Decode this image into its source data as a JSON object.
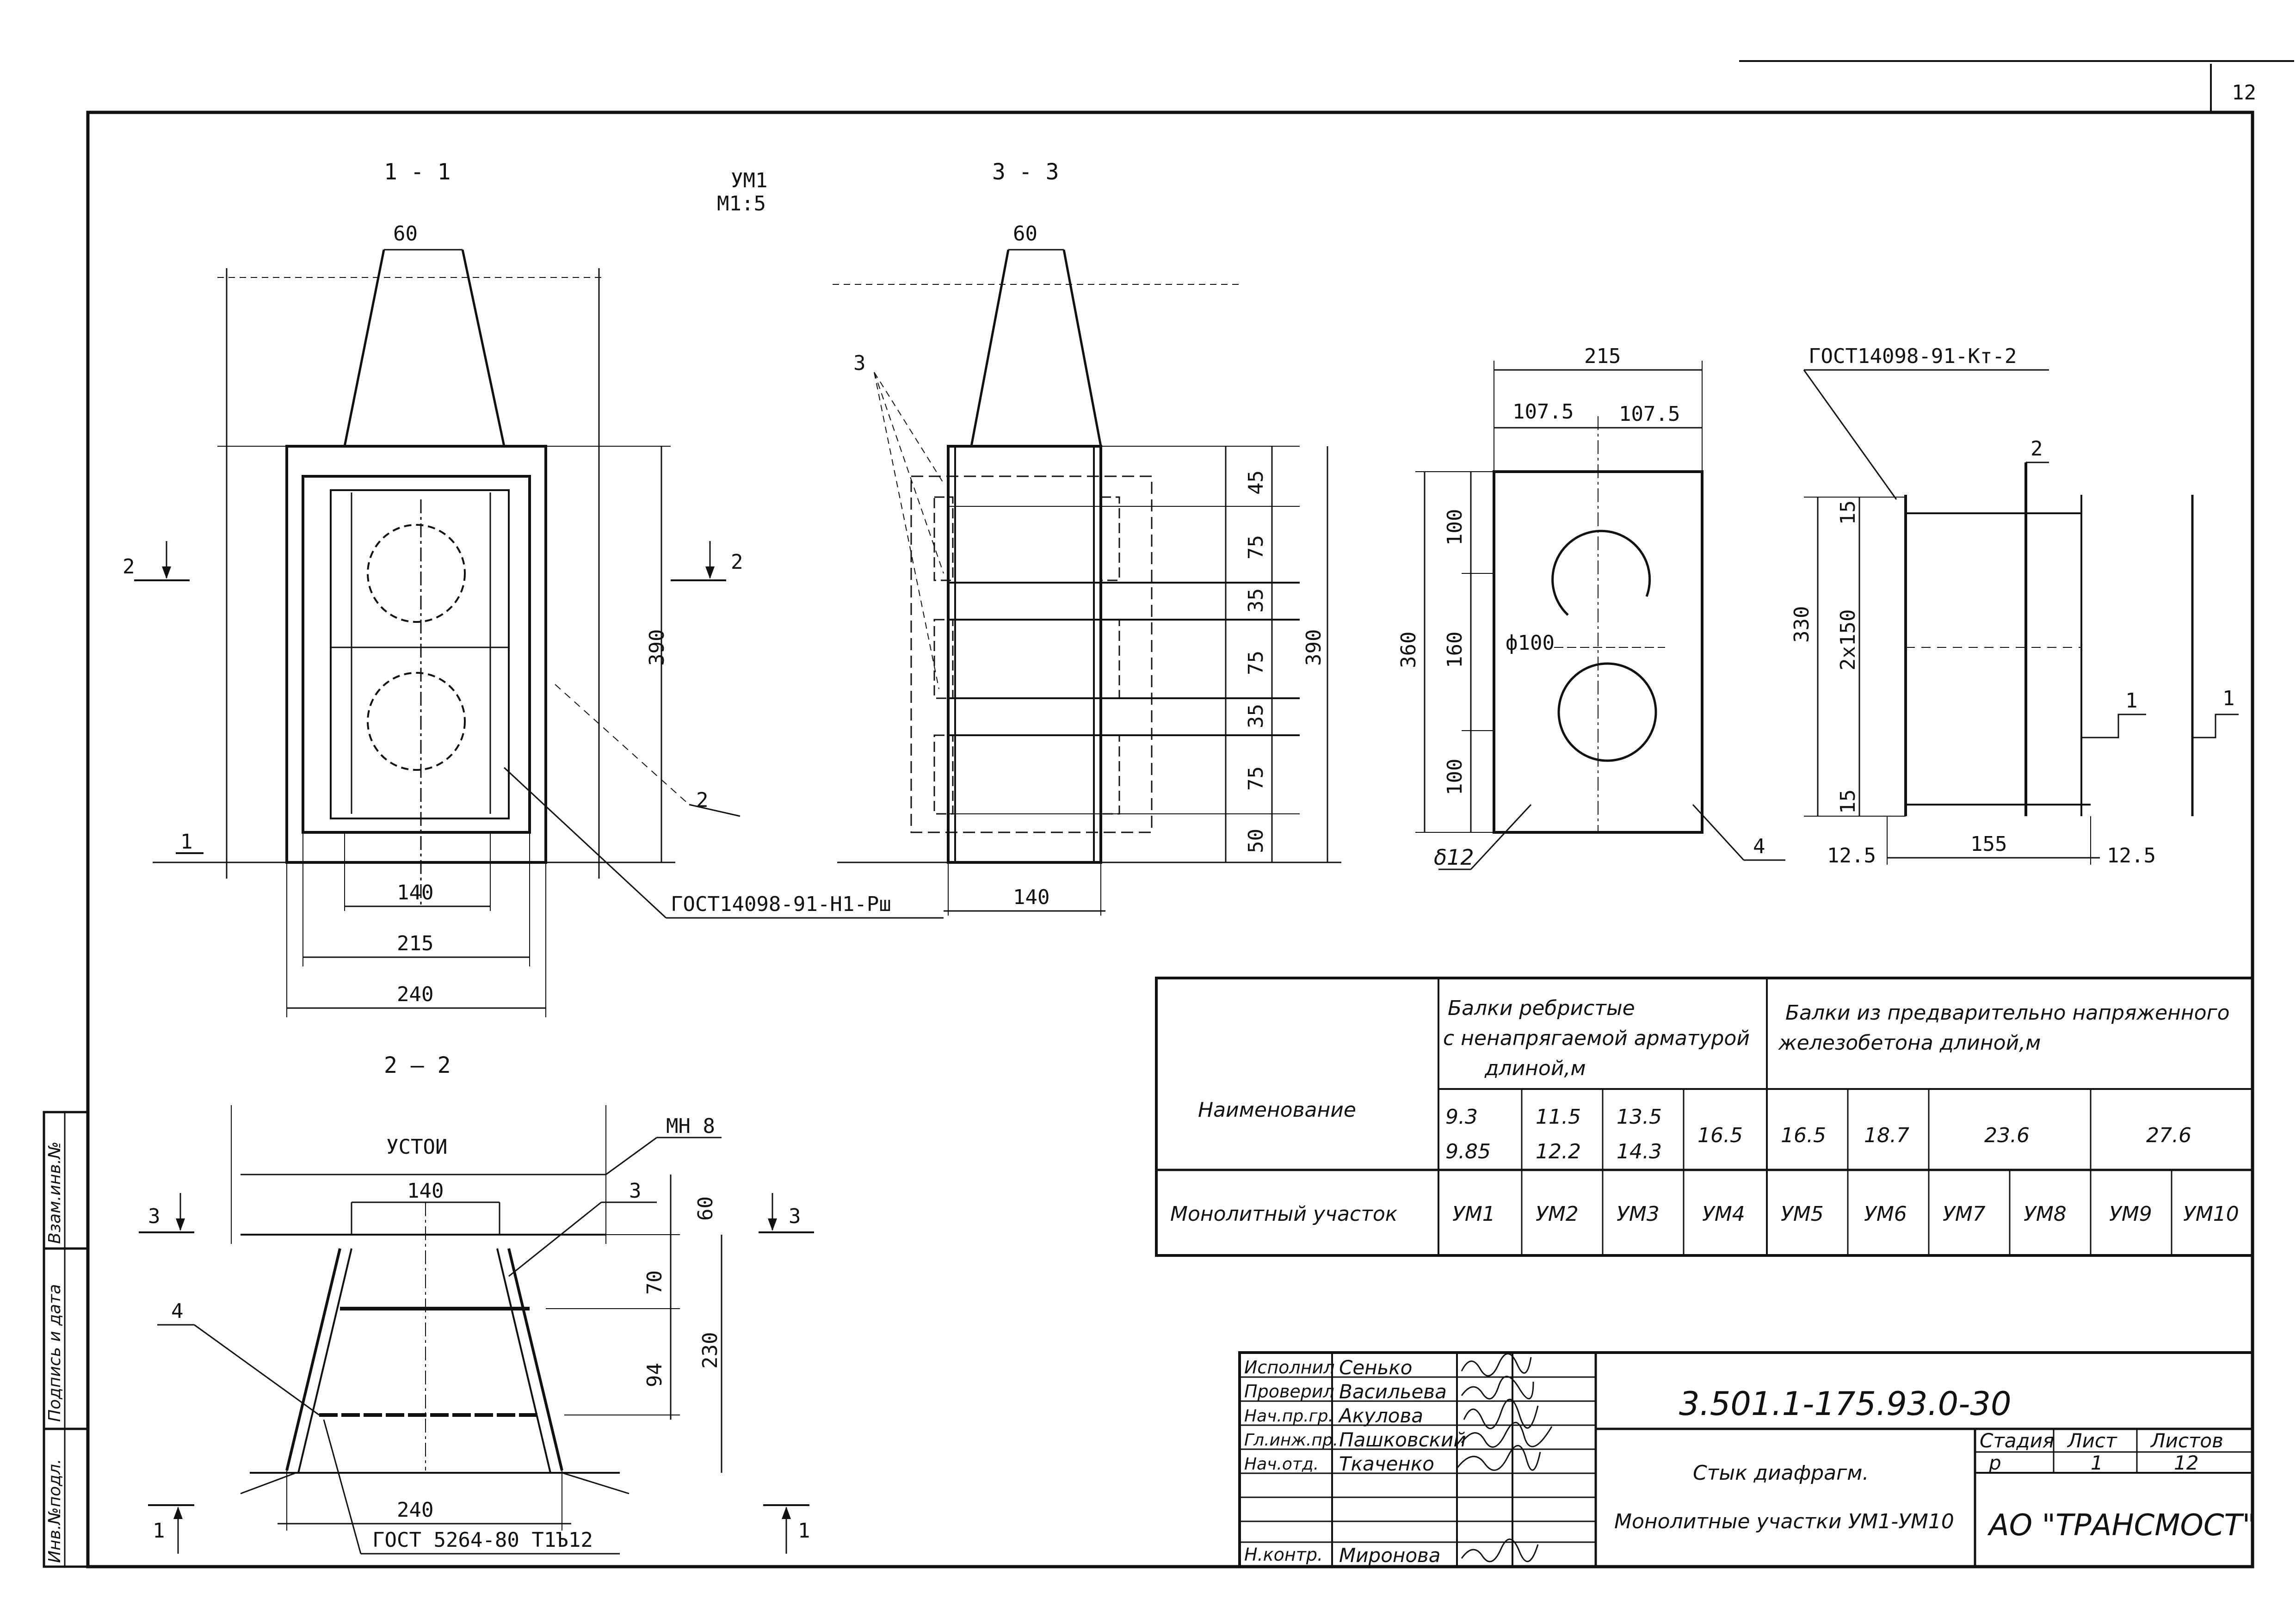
{
  "sheet": {
    "corner_number": "12",
    "side_stamp": [
      "Инв.№подл.",
      "Подпись и дата",
      "Взам.инв.№"
    ]
  },
  "view_1": {
    "title": "1 - 1",
    "subtitle_line1": "УМ1",
    "subtitle_line2": "М1:5",
    "dim_top": "60",
    "dim_height": "390",
    "dim_140": "140",
    "dim_215": "215",
    "dim_240": "240",
    "cut_left": "2",
    "cut_right": "2",
    "cut_bottom_left": "1",
    "leader_right": "2",
    "callout": "ГОСТ14098-91-Н1-Рш"
  },
  "view_3": {
    "title": "3 - 3",
    "dim_top": "60",
    "leader": "3",
    "dims_right": [
      "45",
      "75",
      "35",
      "75",
      "35",
      "75",
      "50"
    ],
    "dim_total": "390",
    "dim_bottom": "140"
  },
  "plate": {
    "dim_total_width": "215",
    "dim_half_left": "107.5",
    "dim_half_right": "107.5",
    "dims_left": [
      "100",
      "160",
      "100"
    ],
    "dim_total_height": "360",
    "hole": "ф100",
    "thickness": "δ12",
    "leader": "4"
  },
  "mesh": {
    "callout": "ГОСТ14098-91-Кт-2",
    "dim_left_top": "15",
    "dim_left_mid": "2x150",
    "dim_left_bottom": "15",
    "dim_total": "330",
    "dim_bottom_left": "12.5",
    "dim_bottom_mid": "155",
    "dim_bottom_right": "12.5",
    "cut_top": "2",
    "cut_right_a": "1",
    "cut_right_b": "1"
  },
  "view_2": {
    "title": "2 — 2",
    "label_abutment": "УСТОИ",
    "label_mn": "МН 8",
    "dim_top": "140",
    "dim_60": "60",
    "dim_70": "70",
    "dim_94": "94",
    "dim_230": "230",
    "dim_bottom": "240",
    "leader_3": "3",
    "leader_4": "4",
    "cut_left": "3",
    "cut_right": "3",
    "cut_bottom_left": "1",
    "cut_bottom_right": "1",
    "callout": "ГОСТ 5264-80 Т1Ъ12"
  },
  "table": {
    "header_name": "Наименование",
    "group1_l1": "Балки ребристые",
    "group1_l2": "с ненапрягаемой арматурой",
    "group1_l3": "длиной,м",
    "group2_l1": "Балки из предварительно напряженного",
    "group2_l2": "железобетона длиной,м",
    "lengths": [
      {
        "a": "9.3",
        "b": "9.85"
      },
      {
        "a": "11.5",
        "b": "12.2"
      },
      {
        "a": "13.5",
        "b": "14.3"
      },
      {
        "a": "16.5",
        "b": ""
      },
      {
        "a": "16.5",
        "b": ""
      },
      {
        "a": "18.7",
        "b": ""
      },
      {
        "a": "23.6",
        "b": ""
      },
      {
        "a": "27.6",
        "b": ""
      }
    ],
    "row_label": "Монолитный участок",
    "codes": [
      "УМ1",
      "УМ2",
      "УМ3",
      "УМ4",
      "УМ5",
      "УМ6",
      "УМ7",
      "УМ8",
      "УМ9",
      "УМ10"
    ]
  },
  "title_block": {
    "roles": [
      "Исполнил",
      "Проверил",
      "Нач.пр.гр.",
      "Гл.инж.пр.",
      "Нач.отд.",
      "Н.контр."
    ],
    "names": [
      "Сенько",
      "Васильева",
      "Акулова",
      "Пашковский",
      "Ткаченко",
      "Миронова"
    ],
    "doc_code": "3.501.1-175.93.0-30",
    "title_line1": "Стык диафрагм.",
    "title_line2": "Монолитные участки УМ1-УМ10",
    "stage_label": "Стадия",
    "sheet_label": "Лист",
    "sheets_label": "Листов",
    "stage_value": "р",
    "sheet_value": "1",
    "sheets_value": "12",
    "organization": "АО \"ТРАНСМОСТ\""
  }
}
